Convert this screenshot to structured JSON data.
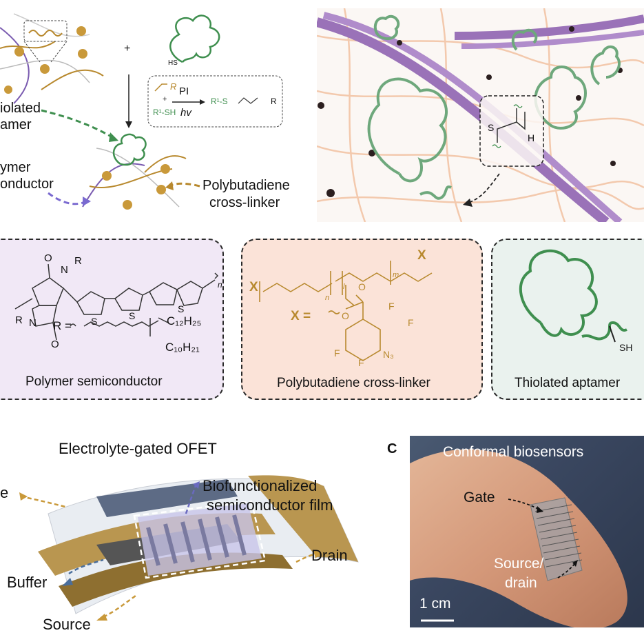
{
  "panel_a": {
    "labels": {
      "thiolated_line1": "iolated",
      "thiolated_line2": "amer",
      "polymer_line1": "ymer",
      "polymer_line2": "onductor",
      "crosslinker_line1": "Polybutadiene",
      "crosslinker_line2": "cross-linker",
      "plus": "+",
      "hs": "HS",
      "reaction_plus": "+",
      "reaction_r": "R",
      "reaction_r1sh": "R¹-SH",
      "reaction_pi": "PI",
      "reaction_hv": "hv",
      "reaction_product_r1s": "R¹-S",
      "reaction_product_r": "R"
    },
    "zoom_inset": {
      "s": "S",
      "h": "H"
    }
  },
  "panel_b": {
    "polymer_box": {
      "caption": "Polymer semiconductor",
      "r_label": "R",
      "n_label": "N",
      "o_label": "O",
      "s_label": "S",
      "n_sub": "n",
      "r_eq": "R =",
      "c12": "C₁₂H₂₅",
      "c10": "C₁₀H₂₁"
    },
    "crosslinker_box": {
      "caption": "Polybutadiene cross-linker",
      "x": "X",
      "x_eq": "X =",
      "n": "n",
      "m": "m",
      "l": "l",
      "f": "F",
      "o": "O",
      "n3": "N₃"
    },
    "aptamer_box": {
      "caption": "Thiolated aptamer",
      "sh": "SH"
    }
  },
  "panel_bottom_left": {
    "title": "Electrolyte-gated OFET",
    "biofunc_line1": "Biofunctionalized",
    "biofunc_line2": "semiconductor film",
    "gate_fragment": "e",
    "drain": "Drain",
    "buffer": "Buffer",
    "source": "Source"
  },
  "panel_c": {
    "letter": "C",
    "title": "Conformal biosensors",
    "gate": "Gate",
    "source_drain_line1": "Source/",
    "source_drain_line2": "drain",
    "scale": "1 cm"
  },
  "colors": {
    "aptamer_green": "#3f8f4f",
    "crosslinker_gold": "#b8892e",
    "polymer_purple": "#7a5bb0",
    "purple_box_bg": "#f1e8f6",
    "peach_box_bg": "#fbe3d8",
    "mint_box_bg": "#eaf2ee"
  }
}
